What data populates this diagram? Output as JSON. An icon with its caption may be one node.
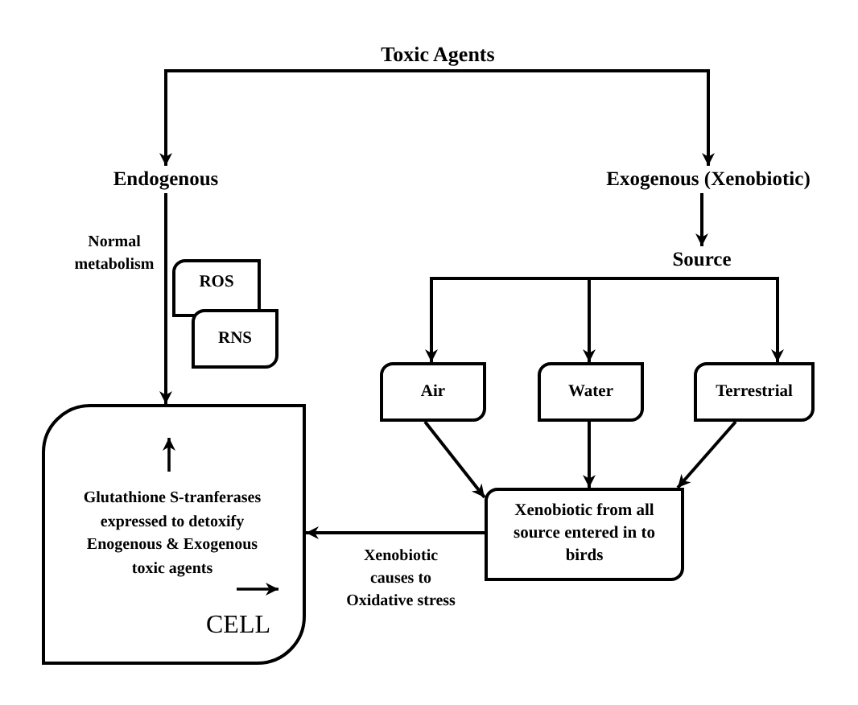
{
  "diagram": {
    "nodes": [
      {
        "text": [
          "Toxic Agents"
        ]
      },
      {
        "text": [
          "Endogenous"
        ]
      },
      {
        "text": [
          "Exogenous (Xenobiotic)"
        ]
      },
      {
        "text": [
          "Source"
        ]
      },
      {
        "text": [
          "ROS"
        ]
      },
      {
        "text": [
          "RNS"
        ]
      },
      {
        "text": [
          "Air"
        ]
      },
      {
        "text": [
          "Water"
        ]
      },
      {
        "text": [
          "Terrestrial"
        ]
      },
      {
        "text": [
          "Glutathione S-tranferases expressed to detoxify Enogenous & Exogenous toxic agents",
          "CELL"
        ]
      },
      {
        "text": [
          "Xenobiotic from all source entered in to birds"
        ]
      }
    ],
    "edges": [
      {
        "from": 0,
        "to": 1,
        "arrow": "to"
      },
      {
        "from": 0,
        "to": 2,
        "arrow": "to"
      },
      {
        "from": 1,
        "to": 9,
        "arrow": "to",
        "label": "Normal metabolism"
      },
      {
        "from": 2,
        "to": 3,
        "arrow": "to"
      },
      {
        "from": 3,
        "to": 6,
        "arrow": "to"
      },
      {
        "from": 3,
        "to": 7,
        "arrow": "to"
      },
      {
        "from": 3,
        "to": 8,
        "arrow": "to"
      },
      {
        "from": 6,
        "to": 10,
        "arrow": "to"
      },
      {
        "from": 7,
        "to": 10,
        "arrow": "to"
      },
      {
        "from": 8,
        "to": 10,
        "arrow": "to"
      },
      {
        "from": 10,
        "to": 9,
        "arrow": "to",
        "label": "Xenobiotic causes to Oxidative stress"
      }
    ]
  }
}
